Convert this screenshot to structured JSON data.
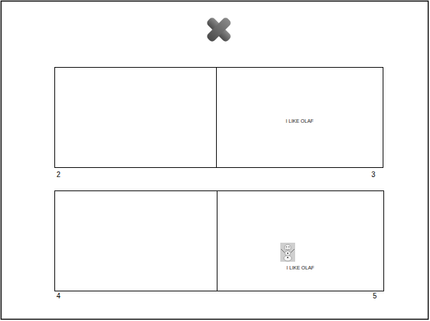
{
  "diagram": {
    "nodes": [
      {
        "text": [
          "I LIKE OLAF"
        ]
      },
      {
        "text": [
          "I LIKE OLAF"
        ]
      }
    ],
    "labels": [
      "2",
      "3",
      "4",
      "5"
    ]
  }
}
